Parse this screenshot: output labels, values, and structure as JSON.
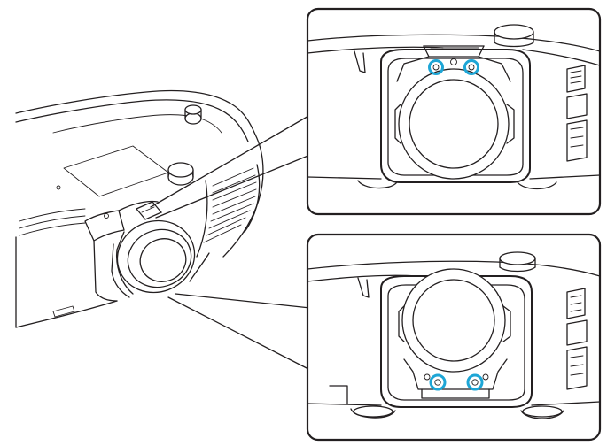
{
  "figure": {
    "kind": "projector lens screw locations",
    "callouts": [
      "lens-top",
      "lens-bottom"
    ],
    "highlight_color": "#1ea6d6",
    "line_color": "#231f20",
    "background_color": "#ffffff"
  }
}
